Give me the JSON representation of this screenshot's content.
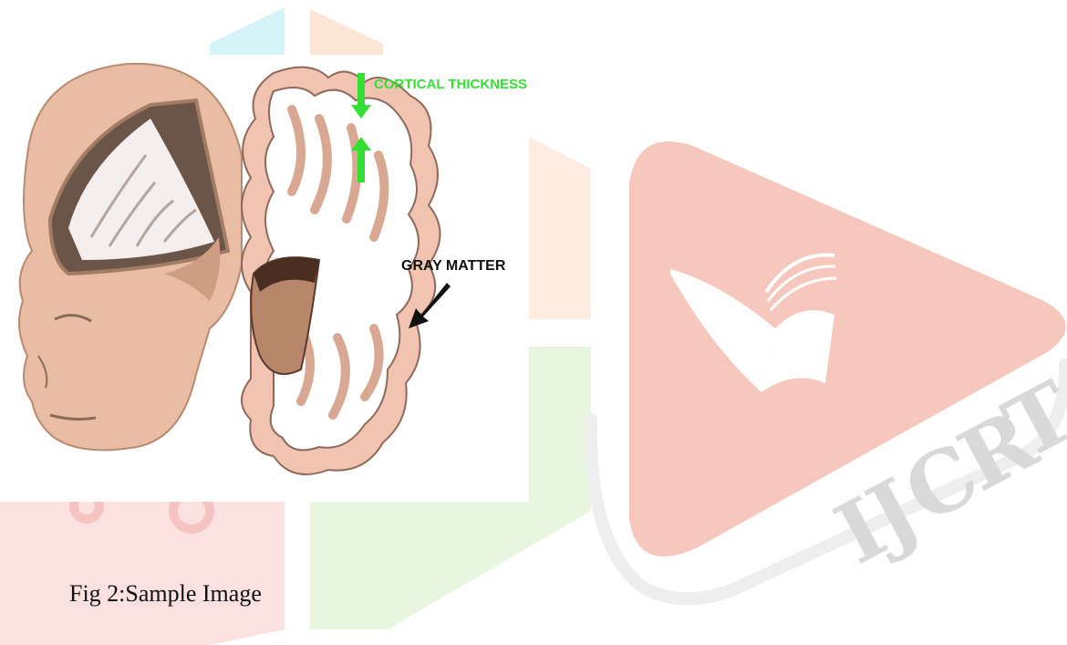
{
  "figure": {
    "caption": "Fig 2:Sample Image",
    "annotations": {
      "cortical_thickness": "CORTICAL THICKNESS",
      "gray_matter": "GRAY MATTER"
    },
    "annotation_colors": {
      "cortical_thickness": "#33e033",
      "gray_matter": "#111111"
    },
    "skin_color": "#e9bda4",
    "matter_color": "#f0c4b1"
  },
  "watermark": {
    "text": "IJCRT",
    "icon": "book-icon",
    "colors": {
      "triangle": "#f6c7bd",
      "triangle_outline": "#eeeeee",
      "hex_green": "#e9f6df",
      "hex_peach": "#fde6d6",
      "hex_cyan": "#d5f4f7",
      "hex_pink": "#fbdada",
      "text": "#d9d9d9"
    }
  }
}
